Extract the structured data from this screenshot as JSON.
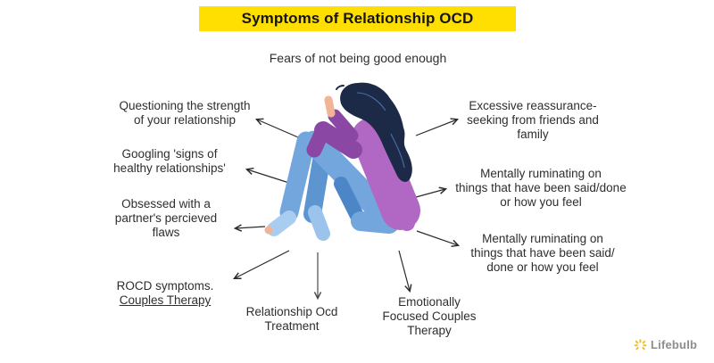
{
  "header": {
    "title": "Symptoms of Relationship OCD",
    "banner_color": "#ffdf01",
    "subtitle": "Fears of not being good enough"
  },
  "symptoms": {
    "left": [
      "Questioning the strength\nof your relationship",
      "Googling 'signs of\nhealthy relationships'",
      "Obsessed with a\npartner's percieved\nflaws"
    ],
    "rocd": {
      "text": "ROCD symptoms.",
      "link": "Couples Therapy"
    },
    "right": [
      "Excessive reassurance-\nseeking from friends and\nfamily",
      "Mentally ruminating on\nthings that have been said/done\nor how you feel",
      "Mentally ruminating on\nthings that have been said/\ndone or how you feel"
    ],
    "bottom": [
      "Relationship Ocd\nTreatment",
      "Emotionally\nFocused Couples\nTherapy"
    ]
  },
  "illustration": {
    "description": "woman sitting hugging knees, head down, hand on forehead",
    "hair_color": "#1c2a47",
    "sweater_color": "#b168c5",
    "sweater_shadow_color": "#8a47a3",
    "jeans_color": "#73a6dc",
    "jeans_shadow_color": "#4d86c6",
    "sock_color": "#a9cdf1",
    "skin_color": "#f1b497"
  },
  "logo": {
    "text": "Lifebulb",
    "text_color": "#8d8d8d",
    "icon": "sunburst-bulb-icon",
    "icon_color": "#f4bf17"
  }
}
